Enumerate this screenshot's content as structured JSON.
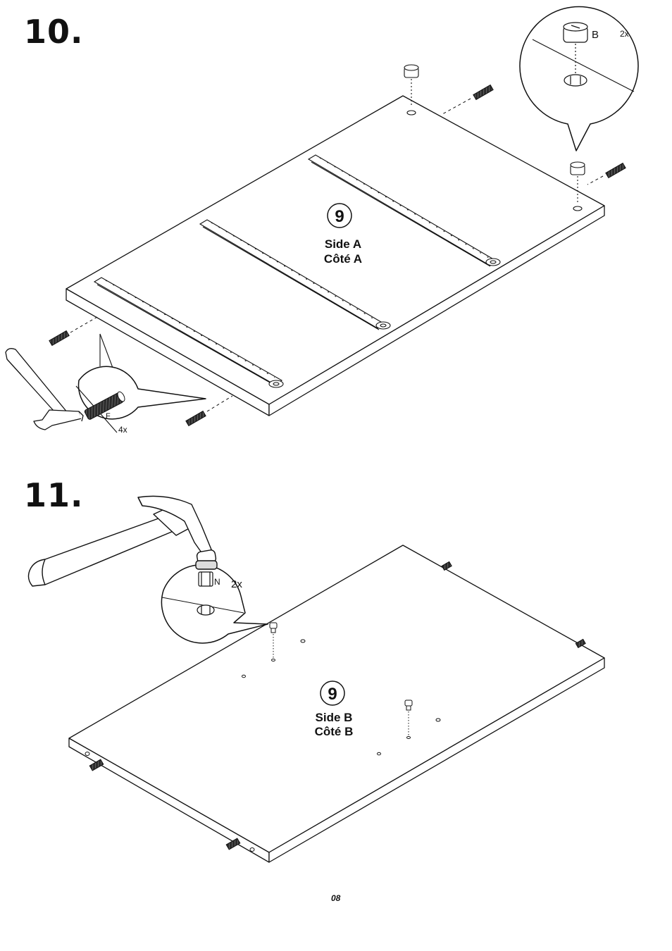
{
  "step10": {
    "number": "10.",
    "panel": {
      "part": "9",
      "side_en": "Side A",
      "side_fr": "Côté A"
    },
    "callout_cam": {
      "part": "B",
      "qty": "2x"
    },
    "callout_dowel": {
      "part": "F",
      "qty": "4x"
    }
  },
  "step11": {
    "number": "11.",
    "panel": {
      "part": "9",
      "side_en": "Side B",
      "side_fr": "Côté B"
    },
    "callout_pin": {
      "part": "N",
      "qty": "2x"
    }
  },
  "footer": {
    "page_number": "08"
  },
  "colors": {
    "line": "#111111",
    "paper": "#ffffff",
    "dowel_dark": "#2a2a2a"
  },
  "icons": [
    "hammer-icon",
    "dowel-icon",
    "cam-lock-icon",
    "cam-bolt-icon",
    "drawer-slide-icon"
  ]
}
